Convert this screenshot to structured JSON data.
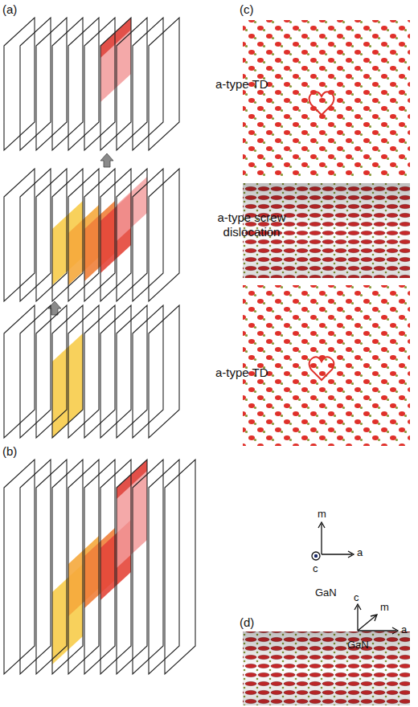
{
  "diagram": {
    "labels": [
      "(a)",
      "(c)",
      "a-type TD",
      "a-type screw dislocation",
      "a-type TD",
      "m",
      "a",
      "c",
      "GaN",
      "(b)",
      "c",
      "m",
      "a",
      "GaN",
      "(d)"
    ]
  }
}
